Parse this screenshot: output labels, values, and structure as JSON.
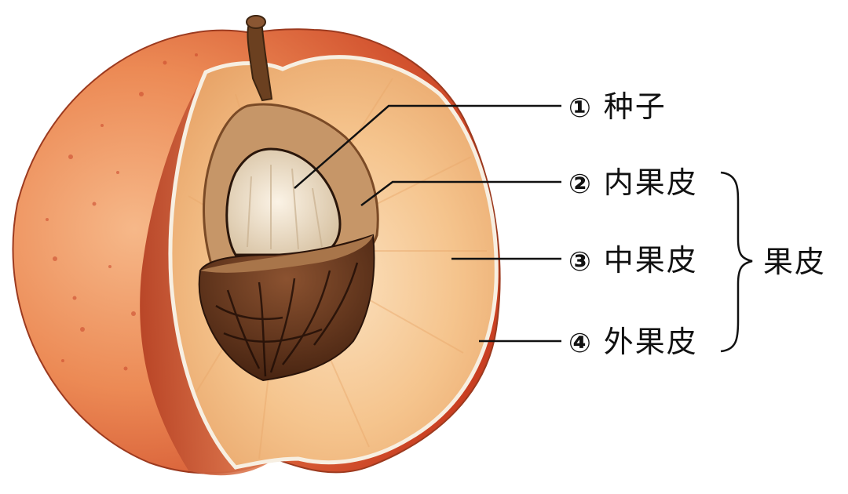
{
  "labels": [
    {
      "number": "①",
      "text": "种子"
    },
    {
      "number": "②",
      "text": "内果皮"
    },
    {
      "number": "③",
      "text": "中果皮"
    },
    {
      "number": "④",
      "text": "外果皮"
    }
  ],
  "group_label": "果皮",
  "colors": {
    "skin_red": "#c8381c",
    "skin_orange": "#e98a4e",
    "flesh": "#f3c08a",
    "pit_dark": "#5a2f17",
    "seed": "#efe3cf"
  }
}
